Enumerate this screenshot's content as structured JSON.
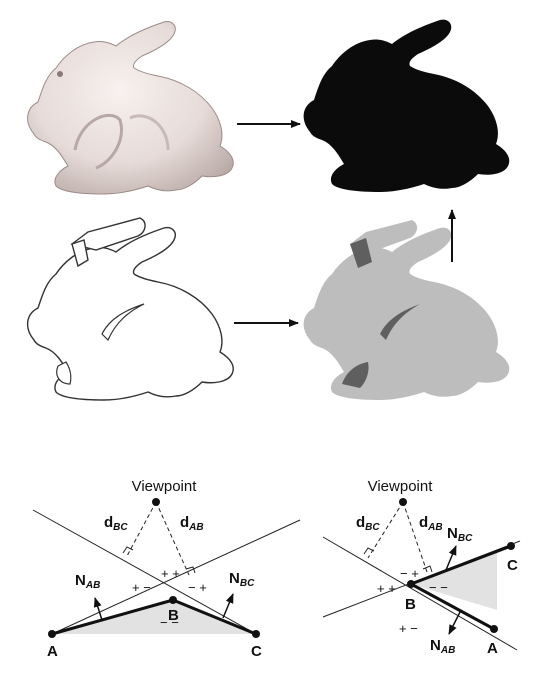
{
  "figure": {
    "left_diagram": {
      "viewpoint": "Viewpoint",
      "d_left": {
        "main": "d",
        "sub": "BC"
      },
      "d_right": {
        "main": "d",
        "sub": "AB"
      },
      "normal_left": {
        "main": "N",
        "sub": "AB"
      },
      "normal_right": {
        "main": "N",
        "sub": "BC"
      },
      "point_a": "A",
      "point_b": "B",
      "point_c": "C",
      "signs_top": "+ +",
      "signs_left": "+ −",
      "signs_right": "− +",
      "signs_bottom": "− −"
    },
    "right_diagram": {
      "viewpoint": "Viewpoint",
      "d_left": {
        "main": "d",
        "sub": "BC"
      },
      "d_right": {
        "main": "d",
        "sub": "AB"
      },
      "normal_top": {
        "main": "N",
        "sub": "BC"
      },
      "normal_bottom": {
        "main": "N",
        "sub": "AB"
      },
      "point_a": "A",
      "point_b": "B",
      "point_c": "C",
      "signs_top": "− +",
      "signs_left": "+ +",
      "signs_right": "− −",
      "signs_bottom": "+ −"
    }
  }
}
